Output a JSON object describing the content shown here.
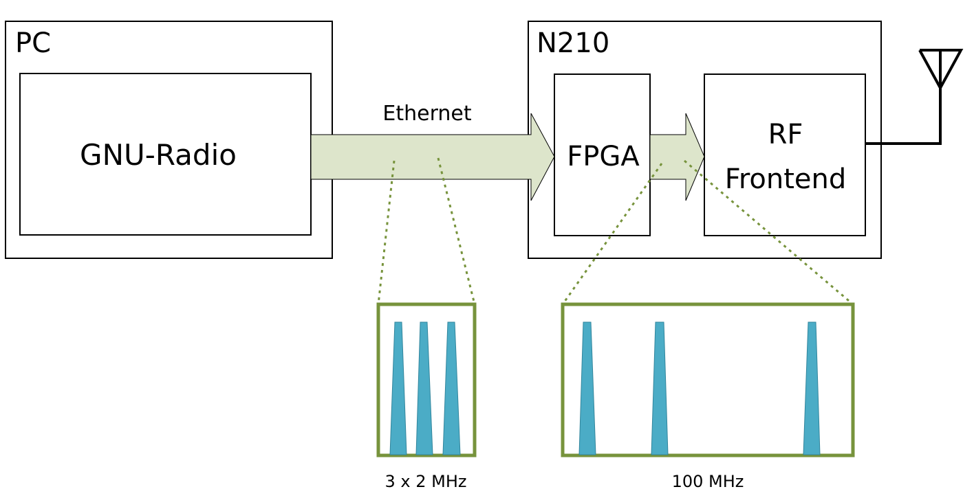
{
  "pc": {
    "title": "PC",
    "inner": "GNU-Radio"
  },
  "n210": {
    "title": "N210",
    "fpga": "FPGA",
    "rf_line1": "RF",
    "rf_line2": "Frontend"
  },
  "link": {
    "label": "Ethernet"
  },
  "spectra": {
    "left": {
      "caption": "3 x 2 MHz"
    },
    "right": {
      "caption": "100 MHz"
    }
  },
  "colors": {
    "arrow_fill": "#dde5cb",
    "spectrum_frame": "#77933c",
    "peak_fill": "#4bacc6"
  },
  "icons": {
    "antenna": "antenna-icon"
  }
}
